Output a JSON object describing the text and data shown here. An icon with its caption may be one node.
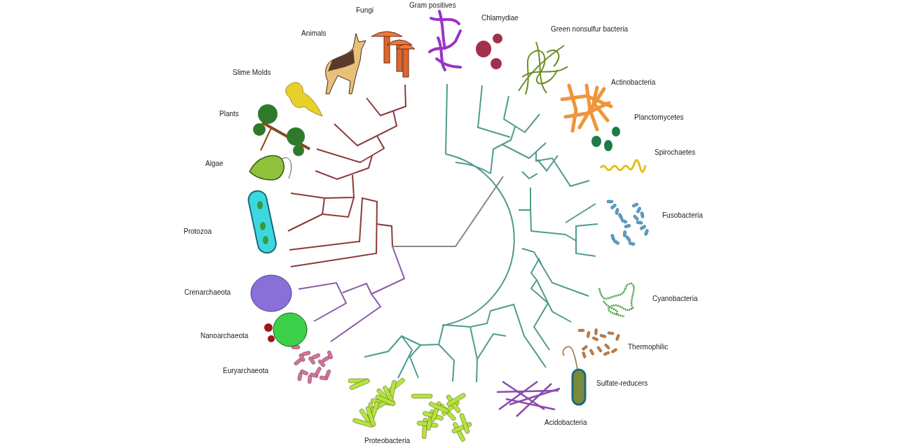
{
  "diagram": {
    "labels": [
      "Gram positives",
      "Chlamydiae",
      "Fungi",
      "Green nonsulfur bacteria",
      "Animals",
      "Slime Molds",
      "Actinobacteria",
      "Plants",
      "Planctomycetes",
      "Spirochaetes",
      "Algae",
      "Fusobacteria",
      "Protozoa",
      "Crenarchaeota",
      "Cyanobacteria",
      "Nanoarchaeota",
      "Thermophilic",
      "Euryarchaeota",
      "Sulfate-reducers",
      "Acidobacteria",
      "Proteobacteria"
    ]
  }
}
